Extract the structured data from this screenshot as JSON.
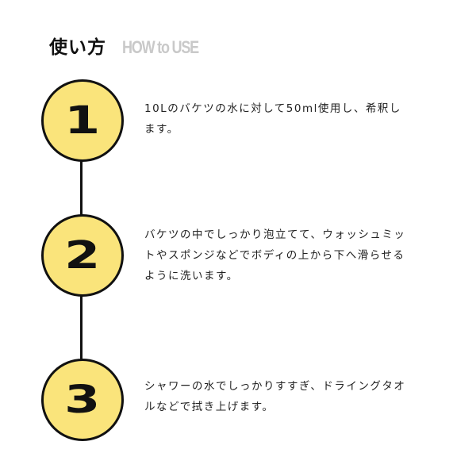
{
  "header": {
    "title_jp": "使い方",
    "title_en": "HOW to USE"
  },
  "steps": [
    {
      "number": "1",
      "text": "10Lのバケツの水に対して50ml使用し、希釈します。"
    },
    {
      "number": "2",
      "text": "バケツの中でしっかり泡立てて、ウォッシュミットやスポンジなどでボディの上から下へ滑らせるように洗います。"
    },
    {
      "number": "3",
      "text": "シャワーの水でしっかりすすぎ、ドライングタオルなどで拭き上げます。"
    }
  ],
  "colors": {
    "circle_fill": "#fae47b",
    "outline": "#111111",
    "subtitle": "#c9c9c9"
  }
}
